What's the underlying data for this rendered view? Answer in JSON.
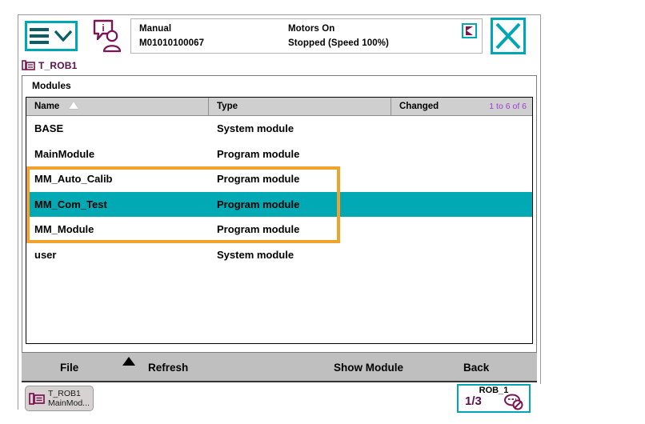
{
  "header": {
    "menu_icon": "hamburger-menu-icon",
    "operator_icon": "operator-info-icon",
    "mode": "Manual",
    "system_id": "M01010100067",
    "motors_state": "Motors On",
    "run_state": "Stopped (Speed 100%)",
    "stopwatch_icon": "stopwatch-status-icon",
    "close_icon": "close-icon",
    "accent_teal": "#00a6b4"
  },
  "task_tab": {
    "icon": "task-icon",
    "label": "T_ROB1",
    "color": "#5b0f4e"
  },
  "window": {
    "title": "Modules"
  },
  "table": {
    "columns": [
      "Name",
      "Type",
      "Changed"
    ],
    "sort_column": "Name",
    "sort_icon": "sort-ascending-icon",
    "range_label": "1 to 6 of 6",
    "range_color": "#a23bd8",
    "selected_index": 3,
    "highlight_color": "#f0a22d",
    "selection_color": "#00a9b4",
    "rows": [
      {
        "name": "BASE",
        "type": "System module",
        "changed": ""
      },
      {
        "name": "MainModule",
        "type": "Program module",
        "changed": ""
      },
      {
        "name": "MM_Auto_Calib",
        "type": "Program module",
        "changed": ""
      },
      {
        "name": "MM_Com_Test",
        "type": "Program module",
        "changed": ""
      },
      {
        "name": "MM_Module",
        "type": "Program module",
        "changed": ""
      },
      {
        "name": "user",
        "type": "System module",
        "changed": ""
      }
    ]
  },
  "taskbar": {
    "file": "File",
    "file_caret_icon": "caret-up-icon",
    "refresh": "Refresh",
    "show_module": "Show Module",
    "back": "Back"
  },
  "statusbar": {
    "chip_icon": "task-icon",
    "chip_line1": "T_ROB1",
    "chip_line2": "MainMod...",
    "jog_unit": "ROB_1",
    "jog_fraction": "1/3",
    "jog_icon": "jog-axis-icon"
  }
}
